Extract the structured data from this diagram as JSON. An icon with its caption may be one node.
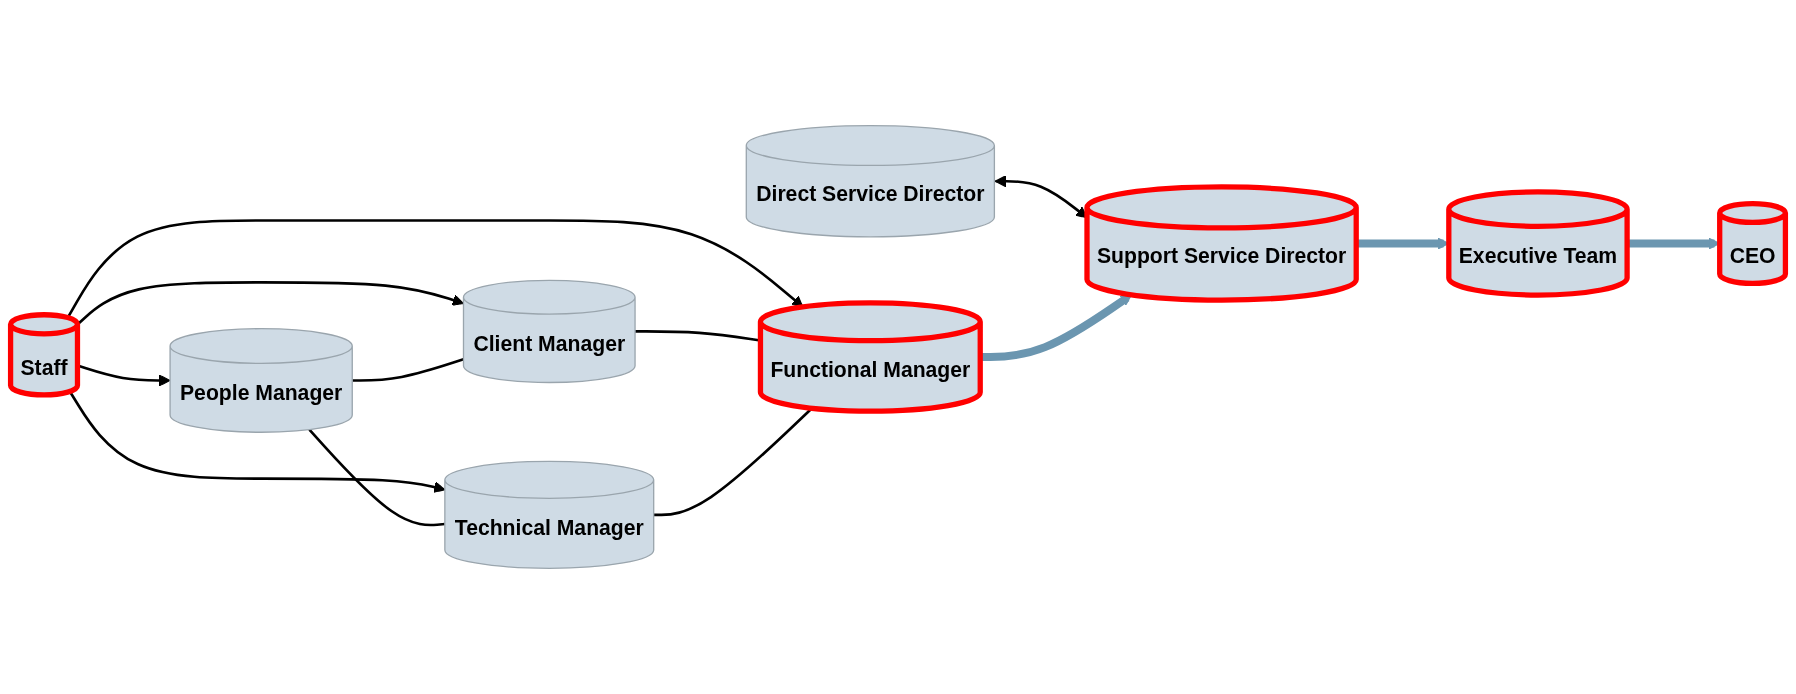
{
  "diagram": {
    "nodes": [
      {
        "text": [
          "People Manager"
        ]
      },
      {
        "text": [
          "Client Manager"
        ]
      },
      {
        "text": [
          "Staff"
        ]
      },
      {
        "text": [
          "Technical Manager"
        ]
      },
      {
        "text": [
          "Functional Manager"
        ]
      },
      {
        "text": [
          "Direct Service Director"
        ]
      },
      {
        "text": [
          "Support Service Director"
        ]
      },
      {
        "text": [
          "Executive Team"
        ]
      },
      {
        "text": [
          "CEO"
        ]
      }
    ],
    "edges": [
      {
        "from": 2,
        "to": 0,
        "arrow": "to"
      },
      {
        "from": 2,
        "to": 1,
        "arrow": "to"
      },
      {
        "from": 2,
        "to": 3,
        "arrow": "to"
      },
      {
        "from": 2,
        "to": 4,
        "arrow": "to"
      },
      {
        "from": 0,
        "to": 1,
        "arrow": "none"
      },
      {
        "from": 0,
        "to": 3,
        "arrow": "none"
      },
      {
        "from": 1,
        "to": 4,
        "arrow": "none"
      },
      {
        "from": 3,
        "to": 4,
        "arrow": "none"
      },
      {
        "from": 5,
        "to": 6,
        "arrow": "both"
      },
      {
        "from": 4,
        "to": 6,
        "arrow": "to",
        "style": "thick",
        "color": "#6b96b0"
      },
      {
        "from": 6,
        "to": 7,
        "arrow": "to",
        "style": "thick",
        "color": "#6b96b0"
      },
      {
        "from": 7,
        "to": 8,
        "arrow": "to",
        "style": "thick",
        "color": "#6b96b0"
      }
    ]
  }
}
